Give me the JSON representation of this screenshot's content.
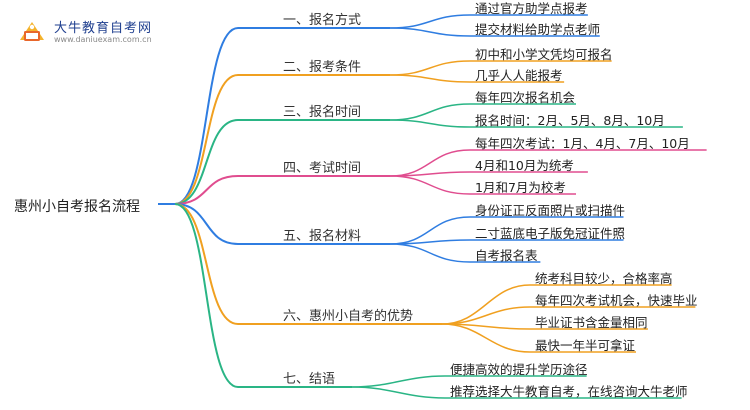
{
  "logo": {
    "title": "大牛教育自考网",
    "url": "www.daniuexam.com.cn"
  },
  "root": "惠州小自考报名流程",
  "colors": {
    "blue": "#2f7de1",
    "orange": "#f0a020",
    "green": "#2ab585",
    "magenta": "#e04d8f",
    "lime": "#9bc93b"
  },
  "branches": [
    {
      "label": "一、报名方式",
      "color": "blue",
      "items": [
        "通过官方助学点报考",
        "提交材料给助学点老师"
      ]
    },
    {
      "label": "二、报考条件",
      "color": "orange",
      "items": [
        "初中和小学文凭均可报名",
        "几乎人人能报考"
      ]
    },
    {
      "label": "三、报名时间",
      "color": "green",
      "items": [
        "每年四次报名机会",
        "报名时间：2月、5月、8月、10月"
      ]
    },
    {
      "label": "四、考试时间",
      "color": "magenta",
      "items": [
        "每年四次考试：1月、4月、7月、10月",
        "4月和10月为统考",
        "1月和7月为校考"
      ]
    },
    {
      "label": "五、报名材料",
      "color": "blue",
      "items": [
        "身份证正反面照片或扫描件",
        "二寸蓝底电子版免冠证件照",
        "自考报名表"
      ]
    },
    {
      "label": "六、惠州小自考的优势",
      "color": "orange",
      "items": [
        "统考科目较少，合格率高",
        "每年四次考试机会，快速毕业",
        "毕业证书含金量相同",
        "最快一年半可拿证"
      ]
    },
    {
      "label": "七、结语",
      "color": "green",
      "items": [
        "便捷高效的提升学历途径",
        "推荐选择大牛教育自考，在线咨询大牛老师"
      ]
    }
  ]
}
